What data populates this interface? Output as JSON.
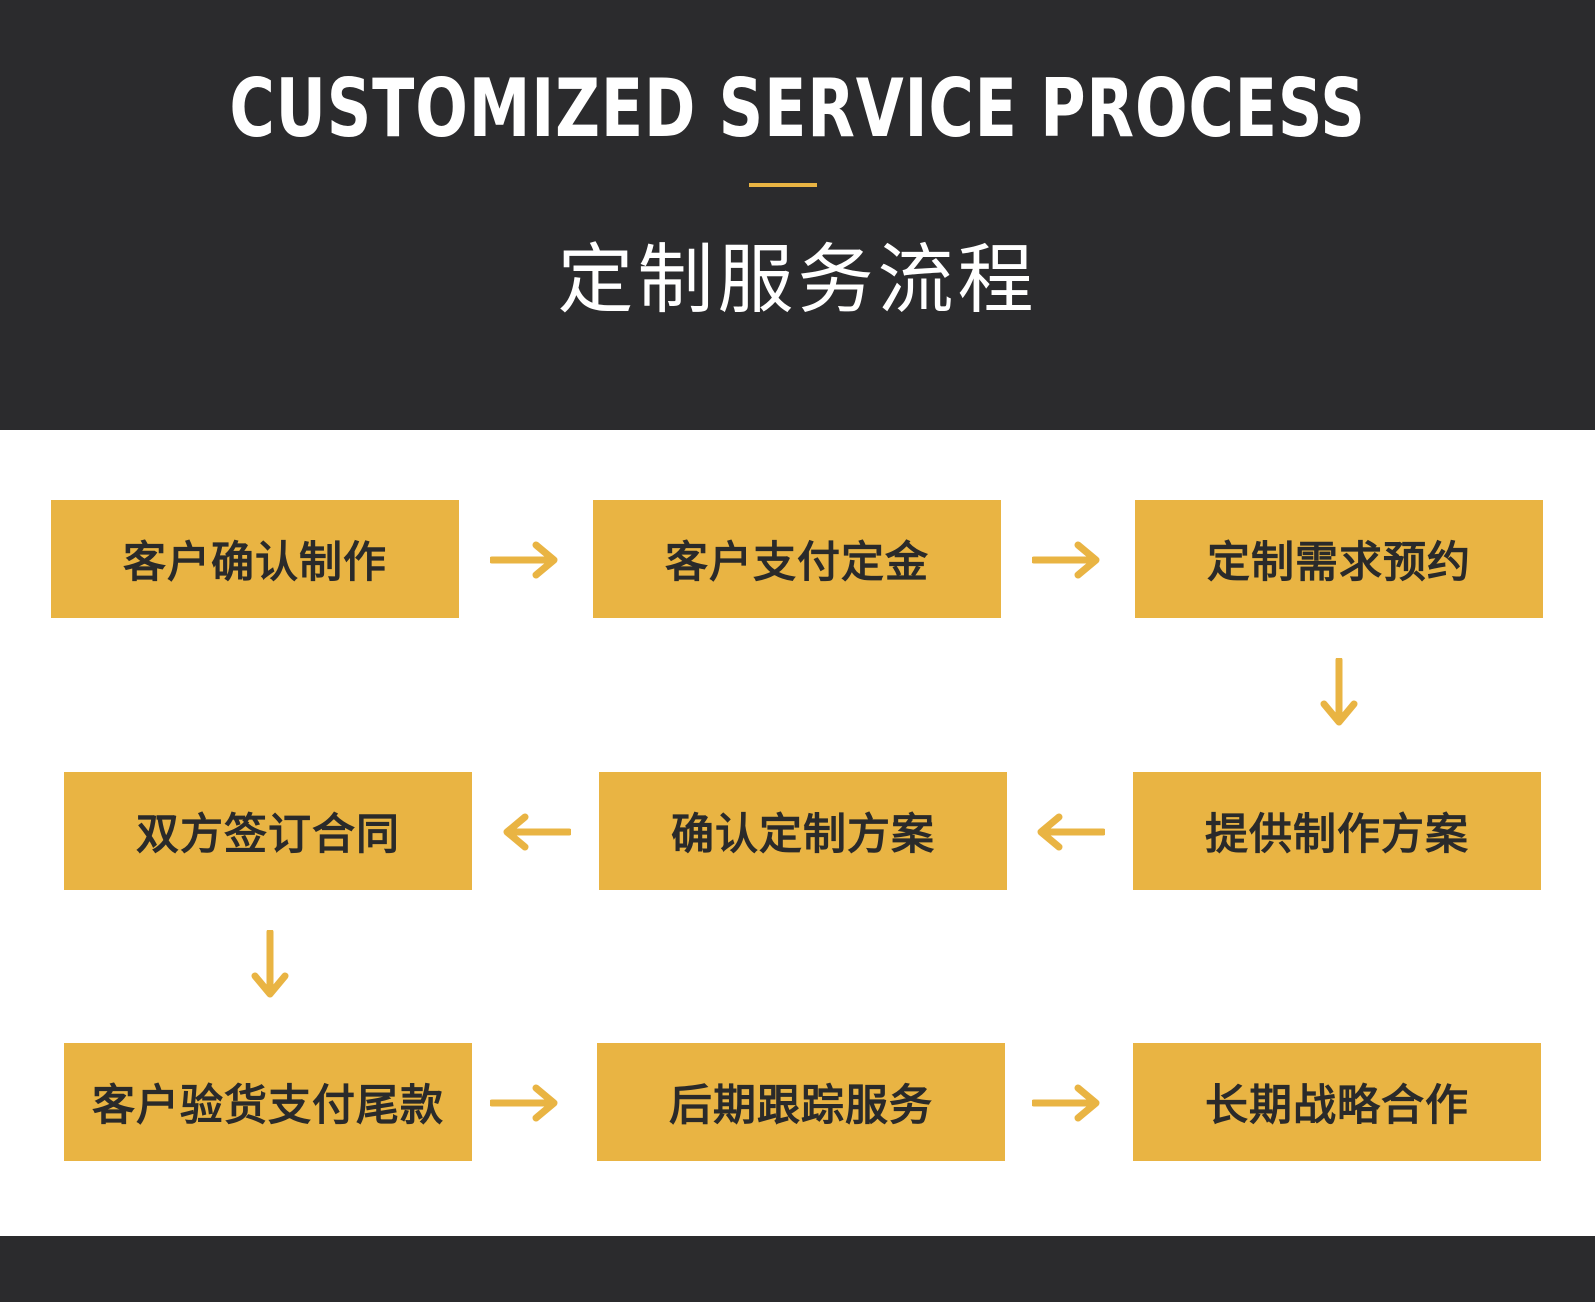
{
  "header": {
    "title_en": "CUSTOMIZED SERVICE PROCESS",
    "title_zh": "定制服务流程"
  },
  "colors": {
    "background_dark": "#2b2b2d",
    "accent": "#e9b443",
    "text_dark": "#2a2a2a"
  },
  "steps": [
    {
      "label": "客户确认制作"
    },
    {
      "label": "客户支付定金"
    },
    {
      "label": "定制需求预约"
    },
    {
      "label": "提供制作方案"
    },
    {
      "label": "确认定制方案"
    },
    {
      "label": "双方签订合同"
    },
    {
      "label": "客户验货支付尾款"
    },
    {
      "label": "后期跟踪服务"
    },
    {
      "label": "长期战略合作"
    }
  ],
  "arrows": [
    {
      "from": 1,
      "to": 2,
      "direction": "right"
    },
    {
      "from": 2,
      "to": 3,
      "direction": "right"
    },
    {
      "from": 3,
      "to": 4,
      "direction": "down"
    },
    {
      "from": 4,
      "to": 5,
      "direction": "left"
    },
    {
      "from": 5,
      "to": 6,
      "direction": "left"
    },
    {
      "from": 6,
      "to": 7,
      "direction": "down"
    },
    {
      "from": 7,
      "to": 8,
      "direction": "right"
    },
    {
      "from": 8,
      "to": 9,
      "direction": "right"
    }
  ]
}
